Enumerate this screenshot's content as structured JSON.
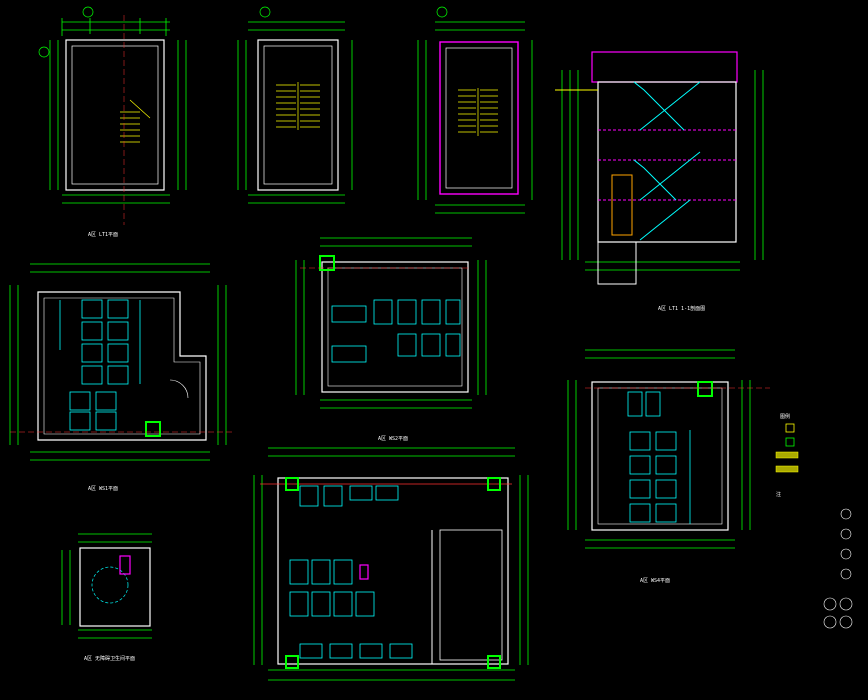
{
  "colors": {
    "background": "#000000",
    "wall": "#ffffff",
    "dimension": "#00ff00",
    "fixture": "#00ffff",
    "stair": "#ffff00",
    "highlight": "#ff00ff",
    "grid_axis": "#ff3030",
    "column": "#00ff00"
  },
  "drawings": {
    "stair1": {
      "title": "A区 LT1平面"
    },
    "stair2": {
      "title": ""
    },
    "stair3": {
      "title": ""
    },
    "section": {
      "title": "A区 LT1 1-1剖面图"
    },
    "ws1": {
      "title": "A区 WS1平面"
    },
    "ws2": {
      "title": "A区 WS2平面"
    },
    "ws3": {
      "title": "A区 WS3平面"
    },
    "ws4": {
      "title": "A区 WS4平面"
    },
    "accessible": {
      "title": "A区 无障碍卫生间平面"
    }
  },
  "legend": {
    "heading": "图例",
    "items": [
      {
        "icon": "sink-icon",
        "label": ""
      },
      {
        "icon": "urinal-icon",
        "label": ""
      },
      {
        "icon": "hatched-wall-icon",
        "label": ""
      },
      {
        "icon": "hatched-wall-icon",
        "label": ""
      }
    ],
    "notes_heading": "注",
    "symbols": [
      {
        "icon": "toilet-symbol-icon"
      },
      {
        "icon": "toilet-symbol-icon"
      },
      {
        "icon": "toilet-symbol-icon"
      },
      {
        "icon": "toilet-symbol-icon"
      },
      {
        "icon": "detail-callout-icon"
      },
      {
        "icon": "detail-callout-icon"
      }
    ]
  },
  "notes": [
    "",
    "",
    "",
    "",
    ""
  ]
}
